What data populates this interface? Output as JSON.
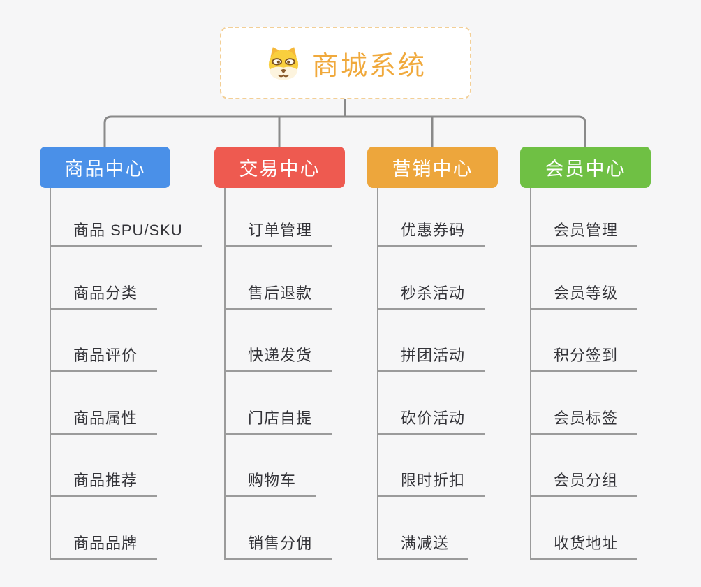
{
  "background": "#f6f6f7",
  "connector_color": "#8a8a8a",
  "line_color": "#9b9b9b",
  "root": {
    "label": "商城系统",
    "text_color": "#f0a93c",
    "border_color": "#f3cf96",
    "icon": "dog-face-icon"
  },
  "branches": [
    {
      "label": "商品中心",
      "color": "#4a90e8",
      "children": [
        "商品 SPU/SKU",
        "商品分类",
        "商品评价",
        "商品属性",
        "商品推荐",
        "商品品牌"
      ]
    },
    {
      "label": "交易中心",
      "color": "#ee5a50",
      "children": [
        "订单管理",
        "售后退款",
        "快递发货",
        "门店自提",
        "购物车",
        "销售分佣"
      ]
    },
    {
      "label": "营销中心",
      "color": "#eda63c",
      "children": [
        "优惠券码",
        "秒杀活动",
        "拼团活动",
        "砍价活动",
        "限时折扣",
        "满减送"
      ]
    },
    {
      "label": "会员中心",
      "color": "#6fc044",
      "children": [
        "会员管理",
        "会员等级",
        "积分签到",
        "会员标签",
        "会员分组",
        "收货地址"
      ]
    }
  ]
}
